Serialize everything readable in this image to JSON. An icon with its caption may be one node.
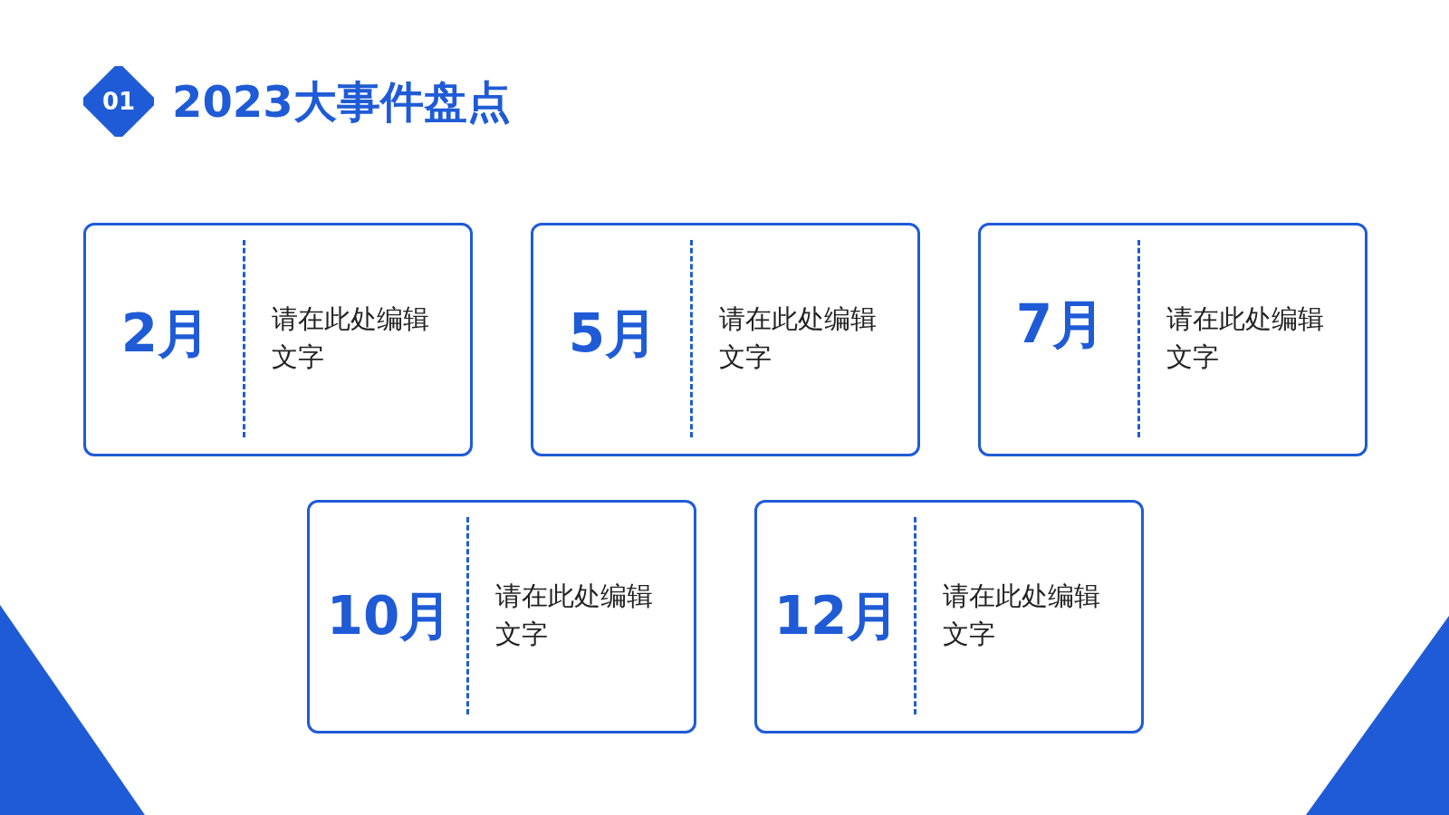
{
  "diagram": {
    "title": "2023大事件盘点",
    "nodes": [
      {
        "text": [
          "01"
        ]
      },
      {
        "text": [
          "2月",
          "请在此处编辑文字"
        ]
      },
      {
        "text": [
          "5月",
          "请在此处编辑文字"
        ]
      },
      {
        "text": [
          "7月",
          "请在此处编辑文字"
        ]
      },
      {
        "text": [
          "10月",
          "请在此处编辑文字"
        ]
      },
      {
        "text": [
          "12月",
          "请在此处编辑文字"
        ]
      }
    ]
  }
}
